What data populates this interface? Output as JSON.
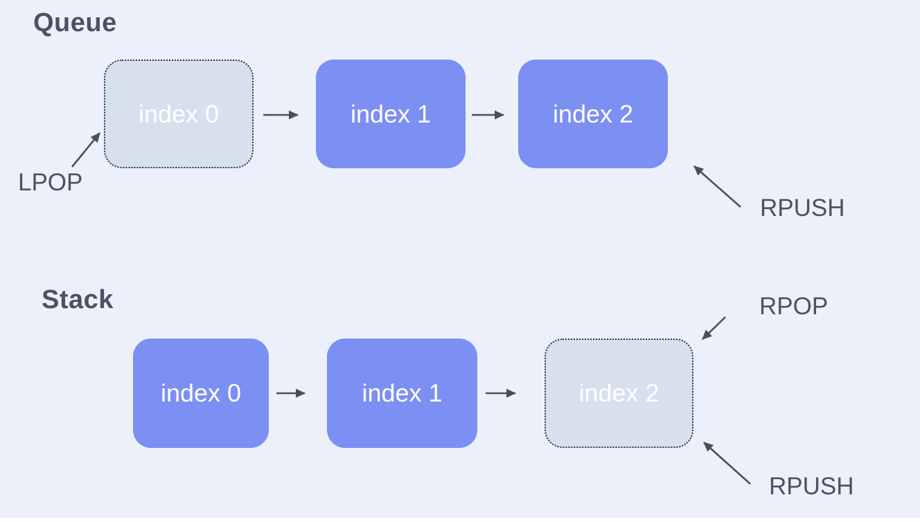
{
  "colors": {
    "background": "#ECF0FB",
    "box_solid": "#7C8FF2",
    "box_ghost": "#D7E0ED",
    "box_text": "#FFFFFF",
    "label_text": "#4D525E",
    "arrow": "#4A4F57",
    "bottom_strip": "#FFFFFF"
  },
  "queue": {
    "title": "Queue",
    "items": [
      {
        "label": "index 0",
        "state": "ghost"
      },
      {
        "label": "index 1",
        "state": "solid"
      },
      {
        "label": "index 2",
        "state": "solid"
      }
    ],
    "operations": {
      "pop": {
        "label": "LPOP"
      },
      "push": {
        "label": "RPUSH"
      }
    }
  },
  "stack": {
    "title": "Stack",
    "items": [
      {
        "label": "index 0",
        "state": "solid"
      },
      {
        "label": "index 1",
        "state": "solid"
      },
      {
        "label": "index 2",
        "state": "ghost"
      }
    ],
    "operations": {
      "pop": {
        "label": "RPOP"
      },
      "push": {
        "label": "RPUSH"
      }
    }
  }
}
